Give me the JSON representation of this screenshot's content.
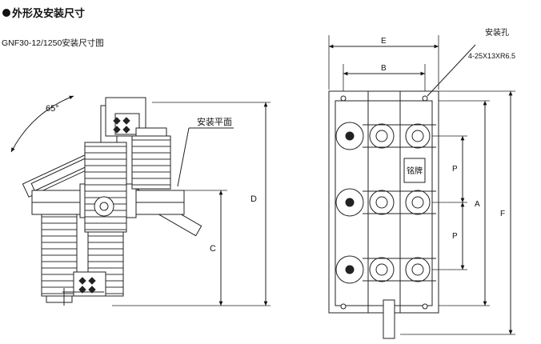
{
  "header": {
    "title": "外形及安装尺寸"
  },
  "drawing": {
    "model_label": "GNF30-12/1250安装尺寸图",
    "side_view": {
      "angle_label": "65°",
      "mounting_plane_label": "安装平面",
      "dim_c": "C",
      "dim_d": "D"
    },
    "plan_view": {
      "dim_e": "E",
      "dim_b": "B",
      "dim_a": "A",
      "dim_f": "F",
      "dim_p_upper": "P",
      "dim_p_lower": "P",
      "hole_label": "安装孔",
      "hole_spec": "4-25X13XR6.5",
      "nameplate_label": "铭牌"
    }
  }
}
